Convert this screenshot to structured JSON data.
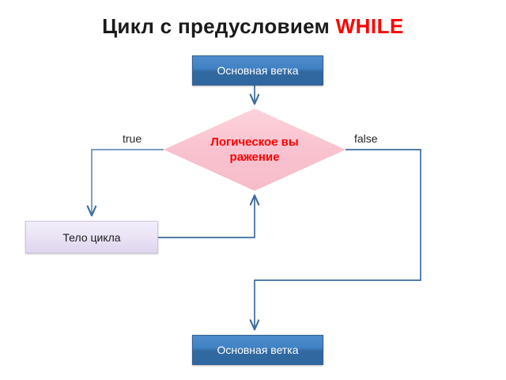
{
  "slide": {
    "title": {
      "text_main": "Цикл с предусловием ",
      "text_keyword": "WHILE"
    },
    "colors": {
      "title_main": "#1a1a1a",
      "title_keyword": "#ff0000",
      "process_box_fill": "#4182c4",
      "process_box_border": "#2f5f96",
      "process_box_text": "#ffffff",
      "body_box_fill": "#ebe5f6",
      "body_box_border": "#cfc6e0",
      "body_box_text": "#1b1b1b",
      "decision_fill": "#f9c2cf",
      "decision_text": "#ff0000",
      "connector": "#3c6b9e",
      "branch_label_text": "#242424",
      "background": "#ffffff"
    }
  },
  "flowchart": {
    "type": "flowchart",
    "nodes": [
      {
        "id": "main-branch-top",
        "shape": "process",
        "label": "Основная ветка"
      },
      {
        "id": "condition",
        "shape": "decision",
        "label": "Логическое выражение",
        "label_lines": [
          "Логическо",
          "е",
          "выражени",
          "е"
        ]
      },
      {
        "id": "loop-body",
        "shape": "process",
        "label": "Тело цикла"
      },
      {
        "id": "main-branch-bottom",
        "shape": "process",
        "label": "Основная ветка"
      }
    ],
    "edges": [
      {
        "id": "edge-top-to-condition",
        "from": "main-branch-top",
        "to": "condition",
        "label": ""
      },
      {
        "id": "edge-true",
        "from": "condition",
        "to": "loop-body",
        "label": "true"
      },
      {
        "id": "edge-false",
        "from": "condition",
        "to": "main-branch-bottom",
        "label": "false"
      },
      {
        "id": "edge-loop-back",
        "from": "loop-body",
        "to": "condition",
        "label": ""
      }
    ],
    "branch_labels": {
      "true": "true",
      "false": "false"
    }
  }
}
